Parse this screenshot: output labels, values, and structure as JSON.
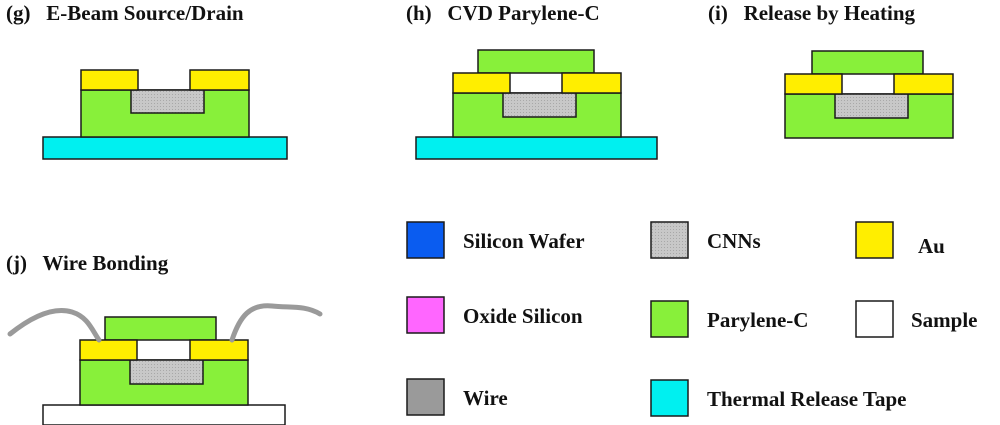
{
  "colors": {
    "silicon_wafer": "#0a5cf0",
    "oxide_silicon": "#ff66ff",
    "wire": "#9a9a9a",
    "cnns": "#c4c4c4",
    "parylene_c": "#88f03a",
    "thermal_release_tape": "#00f0f0",
    "au": "#ffee00",
    "sample": "#ffffff",
    "outline": "#1a1a1a"
  },
  "steps": {
    "g": "(g)   E-Beam Source/Drain",
    "h": "(h)   CVD Parylene-C",
    "i": "(i)   Release by Heating",
    "j": "(j)   Wire Bonding"
  },
  "legend": {
    "silicon_wafer": "Silicon Wafer",
    "oxide_silicon": "Oxide Silicon",
    "wire": "Wire",
    "cnns": "CNNs",
    "parylene_c": "Parylene-C",
    "thermal_release_tape": "Thermal Release Tape",
    "au": "Au",
    "sample": "Sample"
  }
}
